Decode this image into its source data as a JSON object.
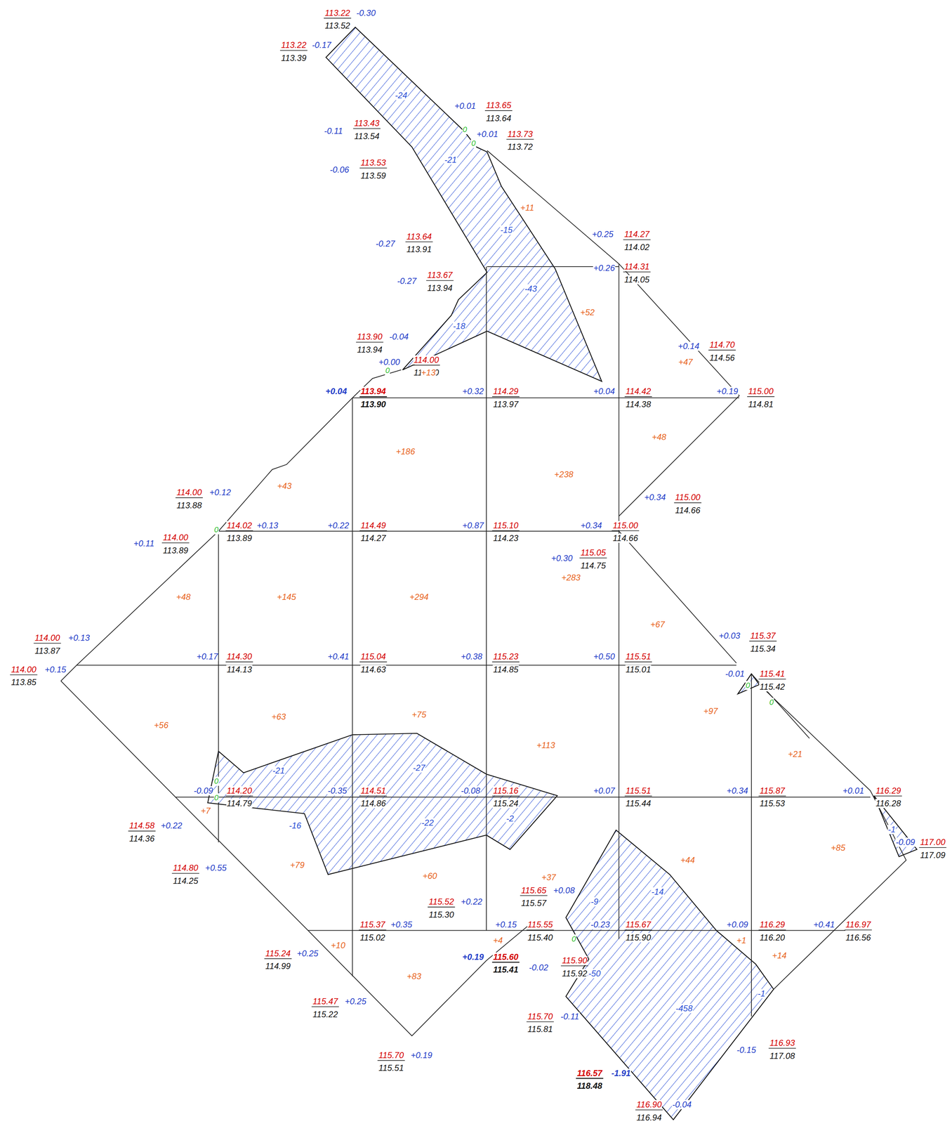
{
  "diagram": {
    "labels": [
      "113.22",
      "-0.30",
      "113.52",
      "113.22",
      "-0.17",
      "113.39",
      "+0.01",
      "113.65",
      "113.64",
      "+0.01",
      "113.73",
      "113.72",
      "-0.11",
      "113.43",
      "113.54",
      "-0.06",
      "113.53",
      "113.59",
      "-0.27",
      "113.64",
      "113.91",
      "-0.27",
      "113.67",
      "113.94",
      "113.90",
      "-0.04",
      "113.94",
      "+0.00",
      "114.00",
      "114.00",
      "+0.25",
      "114.27",
      "114.02",
      "+0.26",
      "114.31",
      "114.05",
      "+0.14",
      "114.70",
      "114.56",
      "+0.04",
      "113.94",
      "113.90",
      "+0.32",
      "114.29",
      "113.97",
      "+0.04",
      "114.42",
      "114.38",
      "+0.19",
      "115.00",
      "114.81",
      "+0.34",
      "115.00",
      "114.66",
      "114.00",
      "+0.12",
      "113.88",
      "114.02",
      "+0.13",
      "113.89",
      "+0.11",
      "114.00",
      "113.89",
      "+0.22",
      "114.49",
      "114.27",
      "+0.87",
      "115.10",
      "114.23",
      "+0.34",
      "115.00",
      "114.66",
      "+0.30",
      "115.05",
      "114.75",
      "+0.03",
      "115.37",
      "115.34",
      "-0.01",
      "115.41",
      "115.42",
      "114.00",
      "+0.13",
      "113.87",
      "114.00",
      "+0.15",
      "113.85",
      "+0.17",
      "114.30",
      "114.13",
      "+0.41",
      "115.04",
      "114.63",
      "+0.38",
      "115.23",
      "114.85",
      "+0.50",
      "115.51",
      "115.01",
      "-0.09",
      "114.20",
      "114.79",
      "-0.35",
      "114.51",
      "114.86",
      "-0.08",
      "115.16",
      "115.24",
      "+0.07",
      "115.51",
      "115.44",
      "+0.34",
      "115.87",
      "115.53",
      "+0.01",
      "116.29",
      "116.28",
      "-0.09",
      "117.00",
      "117.09",
      "114.58",
      "+0.22",
      "114.36",
      "114.80",
      "+0.55",
      "114.25",
      "115.52",
      "+0.22",
      "115.30",
      "115.65",
      "+0.08",
      "115.57",
      "115.37",
      "+0.35",
      "115.02",
      "+0.15",
      "115.55",
      "115.40",
      "-0.23",
      "115.67",
      "115.90",
      "+0.09",
      "116.29",
      "116.20",
      "+0.41",
      "116.97",
      "116.56",
      "115.24",
      "+0.25",
      "114.99",
      "+0.19",
      "115.60",
      "115.41",
      "-0.02",
      "115.90",
      "115.92",
      "115.47",
      "+0.25",
      "115.22",
      "115.70",
      "-0.11",
      "115.81",
      "115.70",
      "+0.19",
      "115.51",
      "-0.15",
      "116.93",
      "117.08",
      "116.57",
      "-1.91",
      "118.48",
      "116.90",
      "-0.04",
      "116.94",
      "+11",
      "+52",
      "+47",
      "+13",
      "+186",
      "+238",
      "+48",
      "+43",
      "+48",
      "+145",
      "+294",
      "+283",
      "+67",
      "+97",
      "+21",
      "+56",
      "+63",
      "+75",
      "+113",
      "+7",
      "+79",
      "+60",
      "+44",
      "+85",
      "+37",
      "+10",
      "+4",
      "+1",
      "+14",
      "+83",
      "-24",
      "-21",
      "-15",
      "-43",
      "-18",
      "-21",
      "-27",
      "-16",
      "-22",
      "-2",
      "-9",
      "-14",
      "-50",
      "-458",
      "-1",
      "-1",
      "0",
      "0",
      "0",
      "0",
      "0",
      "0",
      "0",
      "0",
      "0"
    ]
  }
}
